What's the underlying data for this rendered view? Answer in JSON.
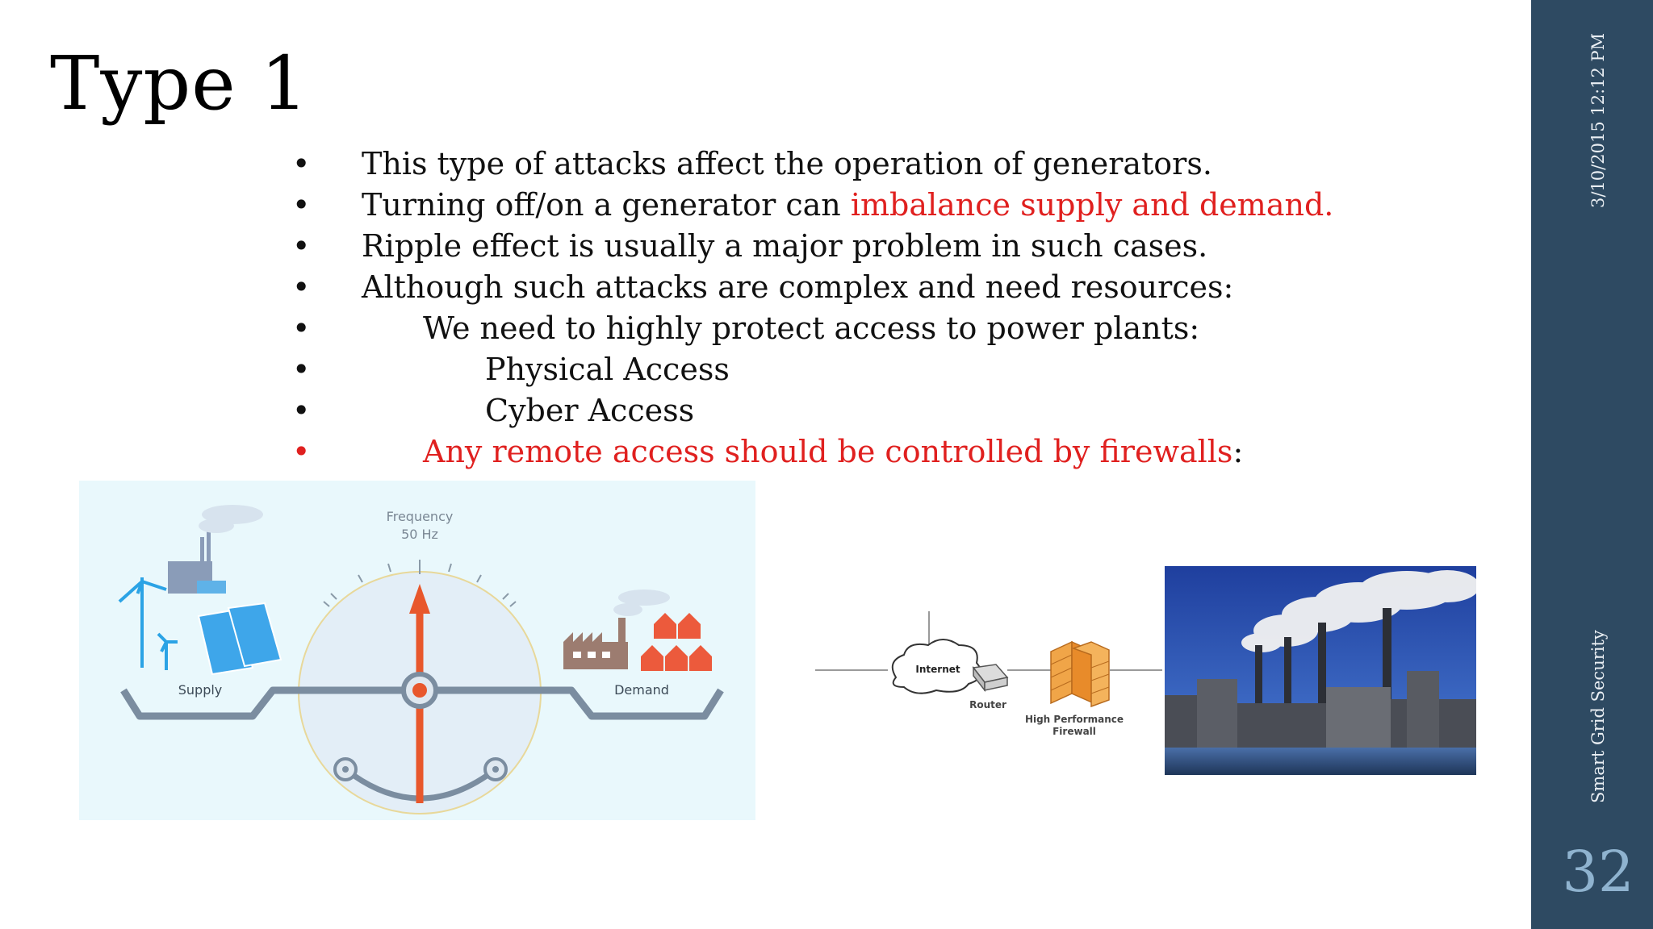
{
  "slide": {
    "title": "Type 1",
    "date": "3/10/2015 12:12 PM",
    "footer": "Smart Grid Security",
    "page_number": "32"
  },
  "bullets": [
    {
      "level": 1,
      "text": "This type of attacks affect the operation of generators."
    },
    {
      "level": 1,
      "text": "Turning off/on a generator can ",
      "highlight": "imbalance supply and demand."
    },
    {
      "level": 1,
      "text": "Ripple effect is usually a major problem in such cases."
    },
    {
      "level": 1,
      "text": "Although such attacks are complex and need resources:"
    },
    {
      "level": 2,
      "text": "We need to highly protect access to power plants:"
    },
    {
      "level": 3,
      "text": "Physical Access"
    },
    {
      "level": 3,
      "text": "Cyber Access"
    },
    {
      "level": 2,
      "highlight": "Any remote access should be controlled by firewalls",
      "suffix": ":"
    }
  ],
  "diagram_frequency": {
    "gauge_label": "Frequency",
    "gauge_value": "50 Hz",
    "supply_label": "Supply",
    "demand_label": "Demand"
  },
  "diagram_network": {
    "internet_label": "Internet",
    "router_label": "Router",
    "firewall_label_line1": "High Performance",
    "firewall_label_line2": "Firewall"
  },
  "colors": {
    "sidebar": "#2e4a62",
    "accent_red": "#e0201f",
    "arrow": "#e8572c",
    "page_number": "#8fb3cf"
  }
}
